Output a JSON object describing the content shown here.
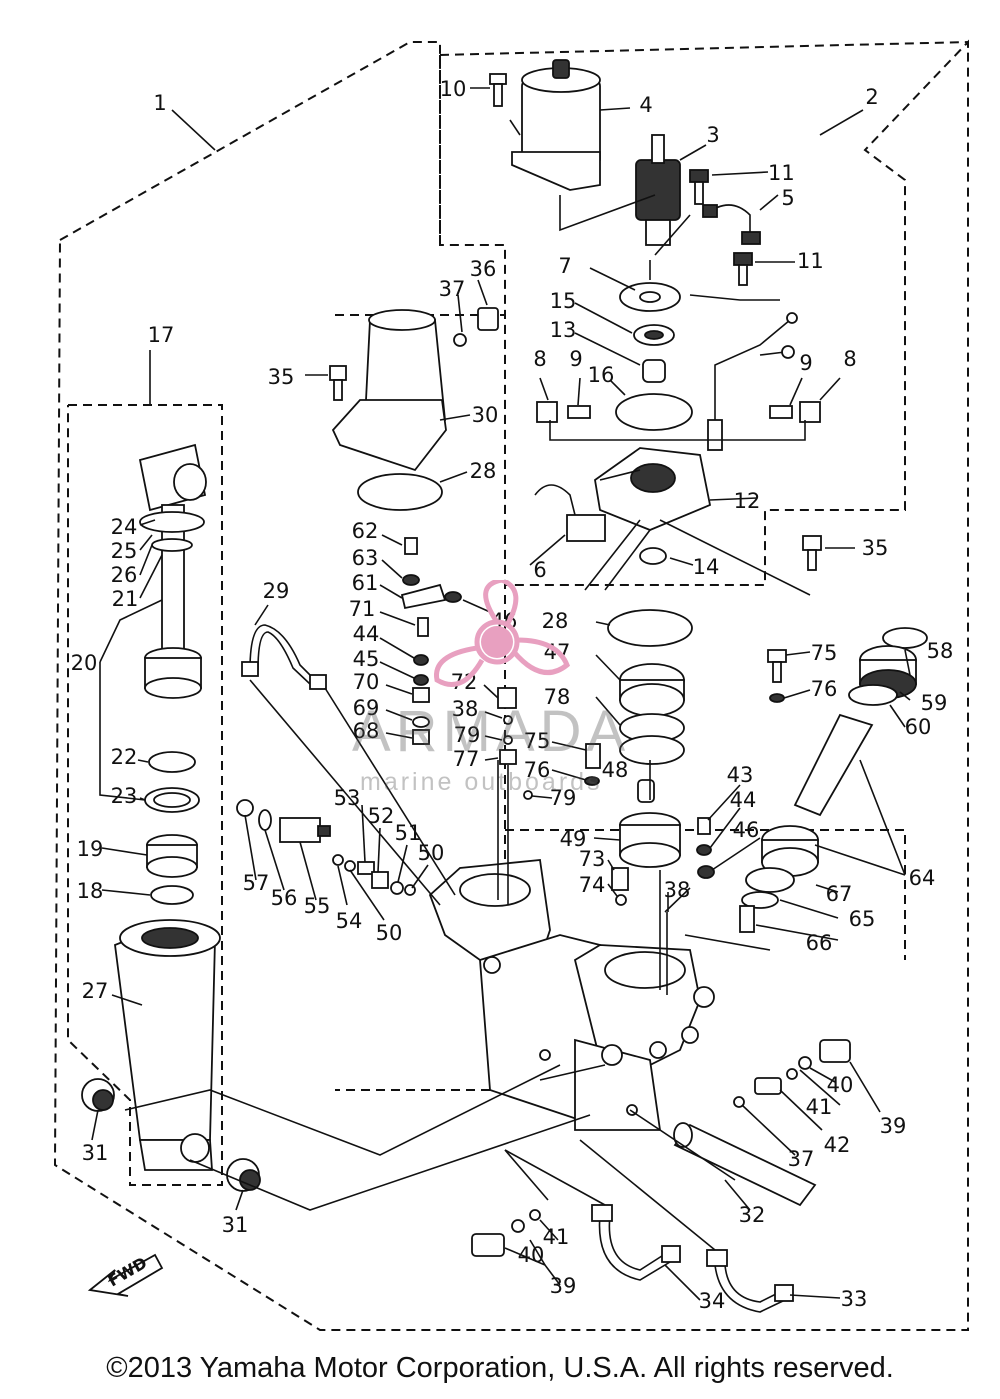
{
  "diagram": {
    "callouts": {
      "c1": "1",
      "c2": "2",
      "c3": "3",
      "c4": "4",
      "c5": "5",
      "c6": "6",
      "c7": "7",
      "c8a": "8",
      "c8b": "8",
      "c9a": "9",
      "c9b": "9",
      "c10": "10",
      "c11a": "11",
      "c11b": "11",
      "c12": "12",
      "c13": "13",
      "c14": "14",
      "c15": "15",
      "c16": "16",
      "c17": "17",
      "c18": "18",
      "c19": "19",
      "c20": "20",
      "c21": "21",
      "c22": "22",
      "c23": "23",
      "c24": "24",
      "c25": "25",
      "c26": "26",
      "c27": "27",
      "c28a": "28",
      "c28b": "28",
      "c29": "29",
      "c30": "30",
      "c31a": "31",
      "c31b": "31",
      "c32": "32",
      "c33": "33",
      "c34": "34",
      "c35a": "35",
      "c35b": "35",
      "c36": "36",
      "c37a": "37",
      "c37b": "37",
      "c38a": "38",
      "c38b": "38",
      "c39a": "39",
      "c39b": "39",
      "c40a": "40",
      "c40b": "40",
      "c41a": "41",
      "c41b": "41",
      "c42": "42",
      "c43": "43",
      "c44a": "44",
      "c44b": "44",
      "c45": "45",
      "c46a": "46",
      "c46b": "46",
      "c47": "47",
      "c48": "48",
      "c49": "49",
      "c50a": "50",
      "c50b": "50",
      "c51": "51",
      "c52": "52",
      "c53": "53",
      "c54": "54",
      "c55": "55",
      "c56": "56",
      "c57": "57",
      "c58": "58",
      "c59": "59",
      "c60": "60",
      "c61": "61",
      "c62": "62",
      "c63": "63",
      "c64": "64",
      "c65": "65",
      "c66": "66",
      "c67": "67",
      "c68": "68",
      "c69": "69",
      "c70": "70",
      "c71": "71",
      "c72": "72",
      "c73": "73",
      "c74": "74",
      "c75a": "75",
      "c75b": "75",
      "c76a": "76",
      "c76b": "76",
      "c77": "77",
      "c78": "78",
      "c79a": "79",
      "c79b": "79"
    },
    "fwd_label": "FWD"
  },
  "watermark": {
    "brand": "ARMADA",
    "subtitle": "marine outboards",
    "color": "#e8a0c0"
  },
  "footer": {
    "copyright": "©2013 Yamaha Motor Corporation, U.S.A. All rights reserved."
  }
}
